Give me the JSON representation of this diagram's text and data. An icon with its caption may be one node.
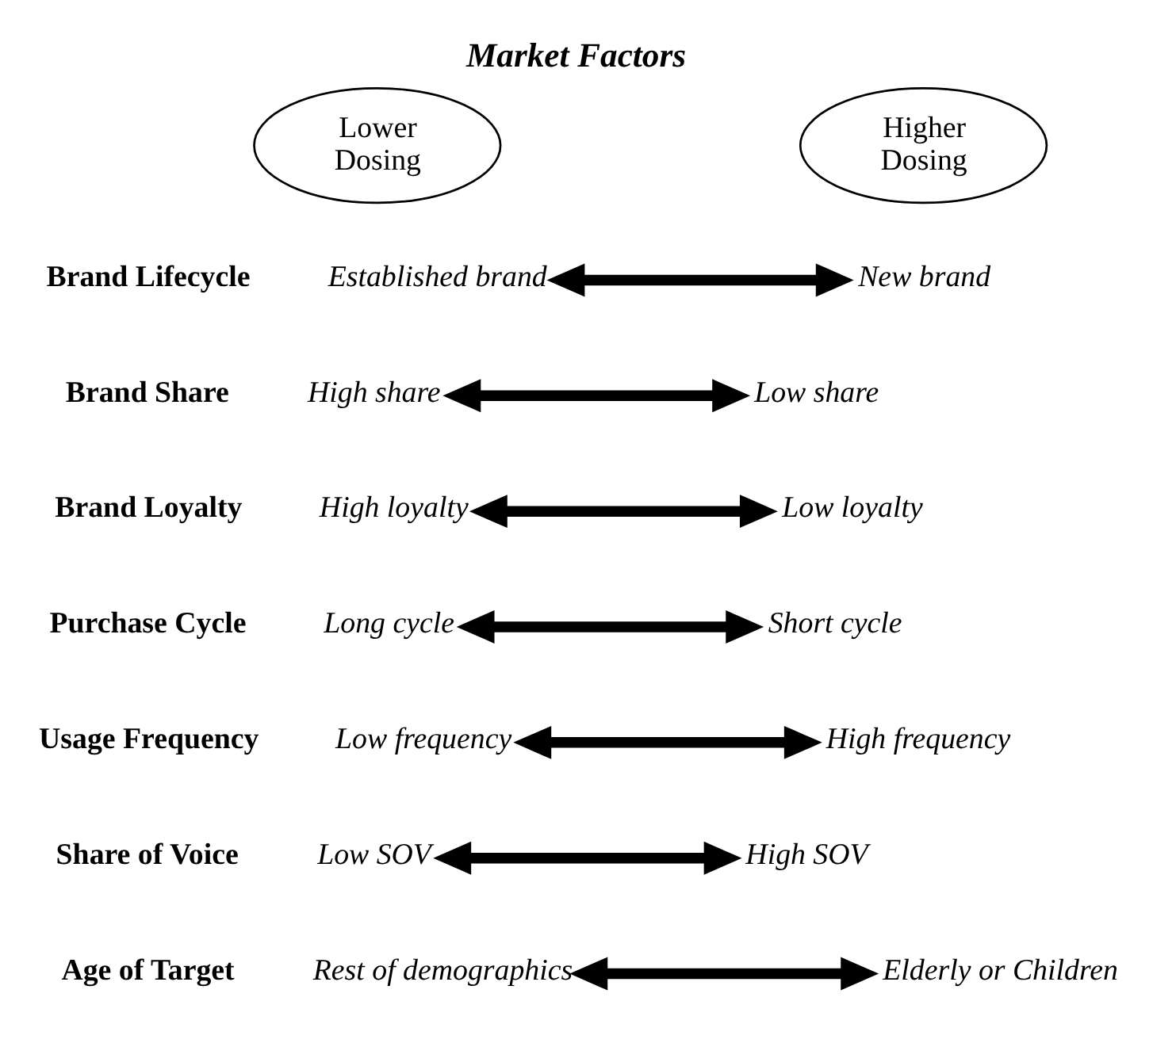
{
  "diagram": {
    "title": "Market Factors",
    "nodes": [
      {
        "text": [
          "Lower Dosing"
        ]
      },
      {
        "text": [
          "Higher Dosing"
        ]
      },
      {
        "text": [
          "Established brand"
        ]
      },
      {
        "text": [
          "New brand"
        ]
      },
      {
        "text": [
          "High share"
        ]
      },
      {
        "text": [
          "Low share"
        ]
      },
      {
        "text": [
          "High loyalty"
        ]
      },
      {
        "text": [
          "Low loyalty"
        ]
      },
      {
        "text": [
          "Long cycle"
        ]
      },
      {
        "text": [
          "Short cycle"
        ]
      },
      {
        "text": [
          "Low frequency"
        ]
      },
      {
        "text": [
          "High frequency"
        ]
      },
      {
        "text": [
          "Low SOV"
        ]
      },
      {
        "text": [
          "High SOV"
        ]
      },
      {
        "text": [
          "Rest of demographics"
        ]
      },
      {
        "text": [
          "Elderly or Children"
        ]
      }
    ],
    "edges": [
      {
        "from": 2,
        "to": 3,
        "arrow": "both"
      },
      {
        "from": 4,
        "to": 5,
        "arrow": "both"
      },
      {
        "from": 6,
        "to": 7,
        "arrow": "both"
      },
      {
        "from": 8,
        "to": 9,
        "arrow": "both"
      },
      {
        "from": 10,
        "to": 11,
        "arrow": "both"
      },
      {
        "from": 12,
        "to": 13,
        "arrow": "both"
      },
      {
        "from": 14,
        "to": 15,
        "arrow": "both"
      }
    ],
    "labels": [
      "Brand Lifecycle",
      "Brand Share",
      "Brand Loyalty",
      "Purchase Cycle",
      "Usage Frequency",
      "Share of Voice",
      "Age of Target"
    ]
  }
}
